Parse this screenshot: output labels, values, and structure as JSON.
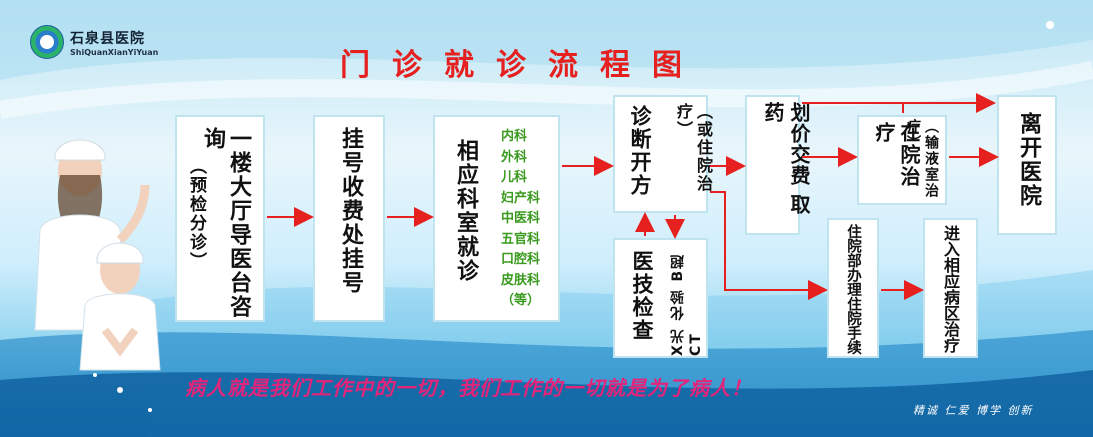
{
  "hospital": {
    "name": "石泉县医院",
    "pinyin": "ShiQuanXianYiYuan"
  },
  "title": "门诊就诊流程图",
  "steps": {
    "s1": {
      "main": "一楼大厅导医台咨询",
      "note": "（预检分诊）"
    },
    "s2": {
      "main": "挂号收费处挂号"
    },
    "s3": {
      "main": "相应科室就诊",
      "depts": [
        "内科",
        "外科",
        "儿科",
        "妇产科",
        "中医科",
        "五官科",
        "口腔科",
        "皮肤科",
        "（等）"
      ]
    },
    "s4": {
      "main": "诊断开方",
      "note": "（或住院治疗）"
    },
    "s5": {
      "main": "医技检查",
      "note": "X光 化验 B超 CT"
    },
    "s6": {
      "main": "划价交费 取药"
    },
    "s7": {
      "main": "在院治疗",
      "note": "（输液室治疗）"
    },
    "s8": {
      "main": "离开医院"
    },
    "s9": {
      "main": "住院部办理住院手续"
    },
    "s10": {
      "main": "进入相应病区治疗"
    }
  },
  "slogan": "病人就是我们工作中的一切，我们工作的一切就是为了病人！",
  "motto": "精诚 仁爱 博学 创新",
  "colors": {
    "title": "#e5201f",
    "arrow": "#e5201f",
    "departments": "#3a9a1f",
    "slogan": "#e2247a"
  }
}
